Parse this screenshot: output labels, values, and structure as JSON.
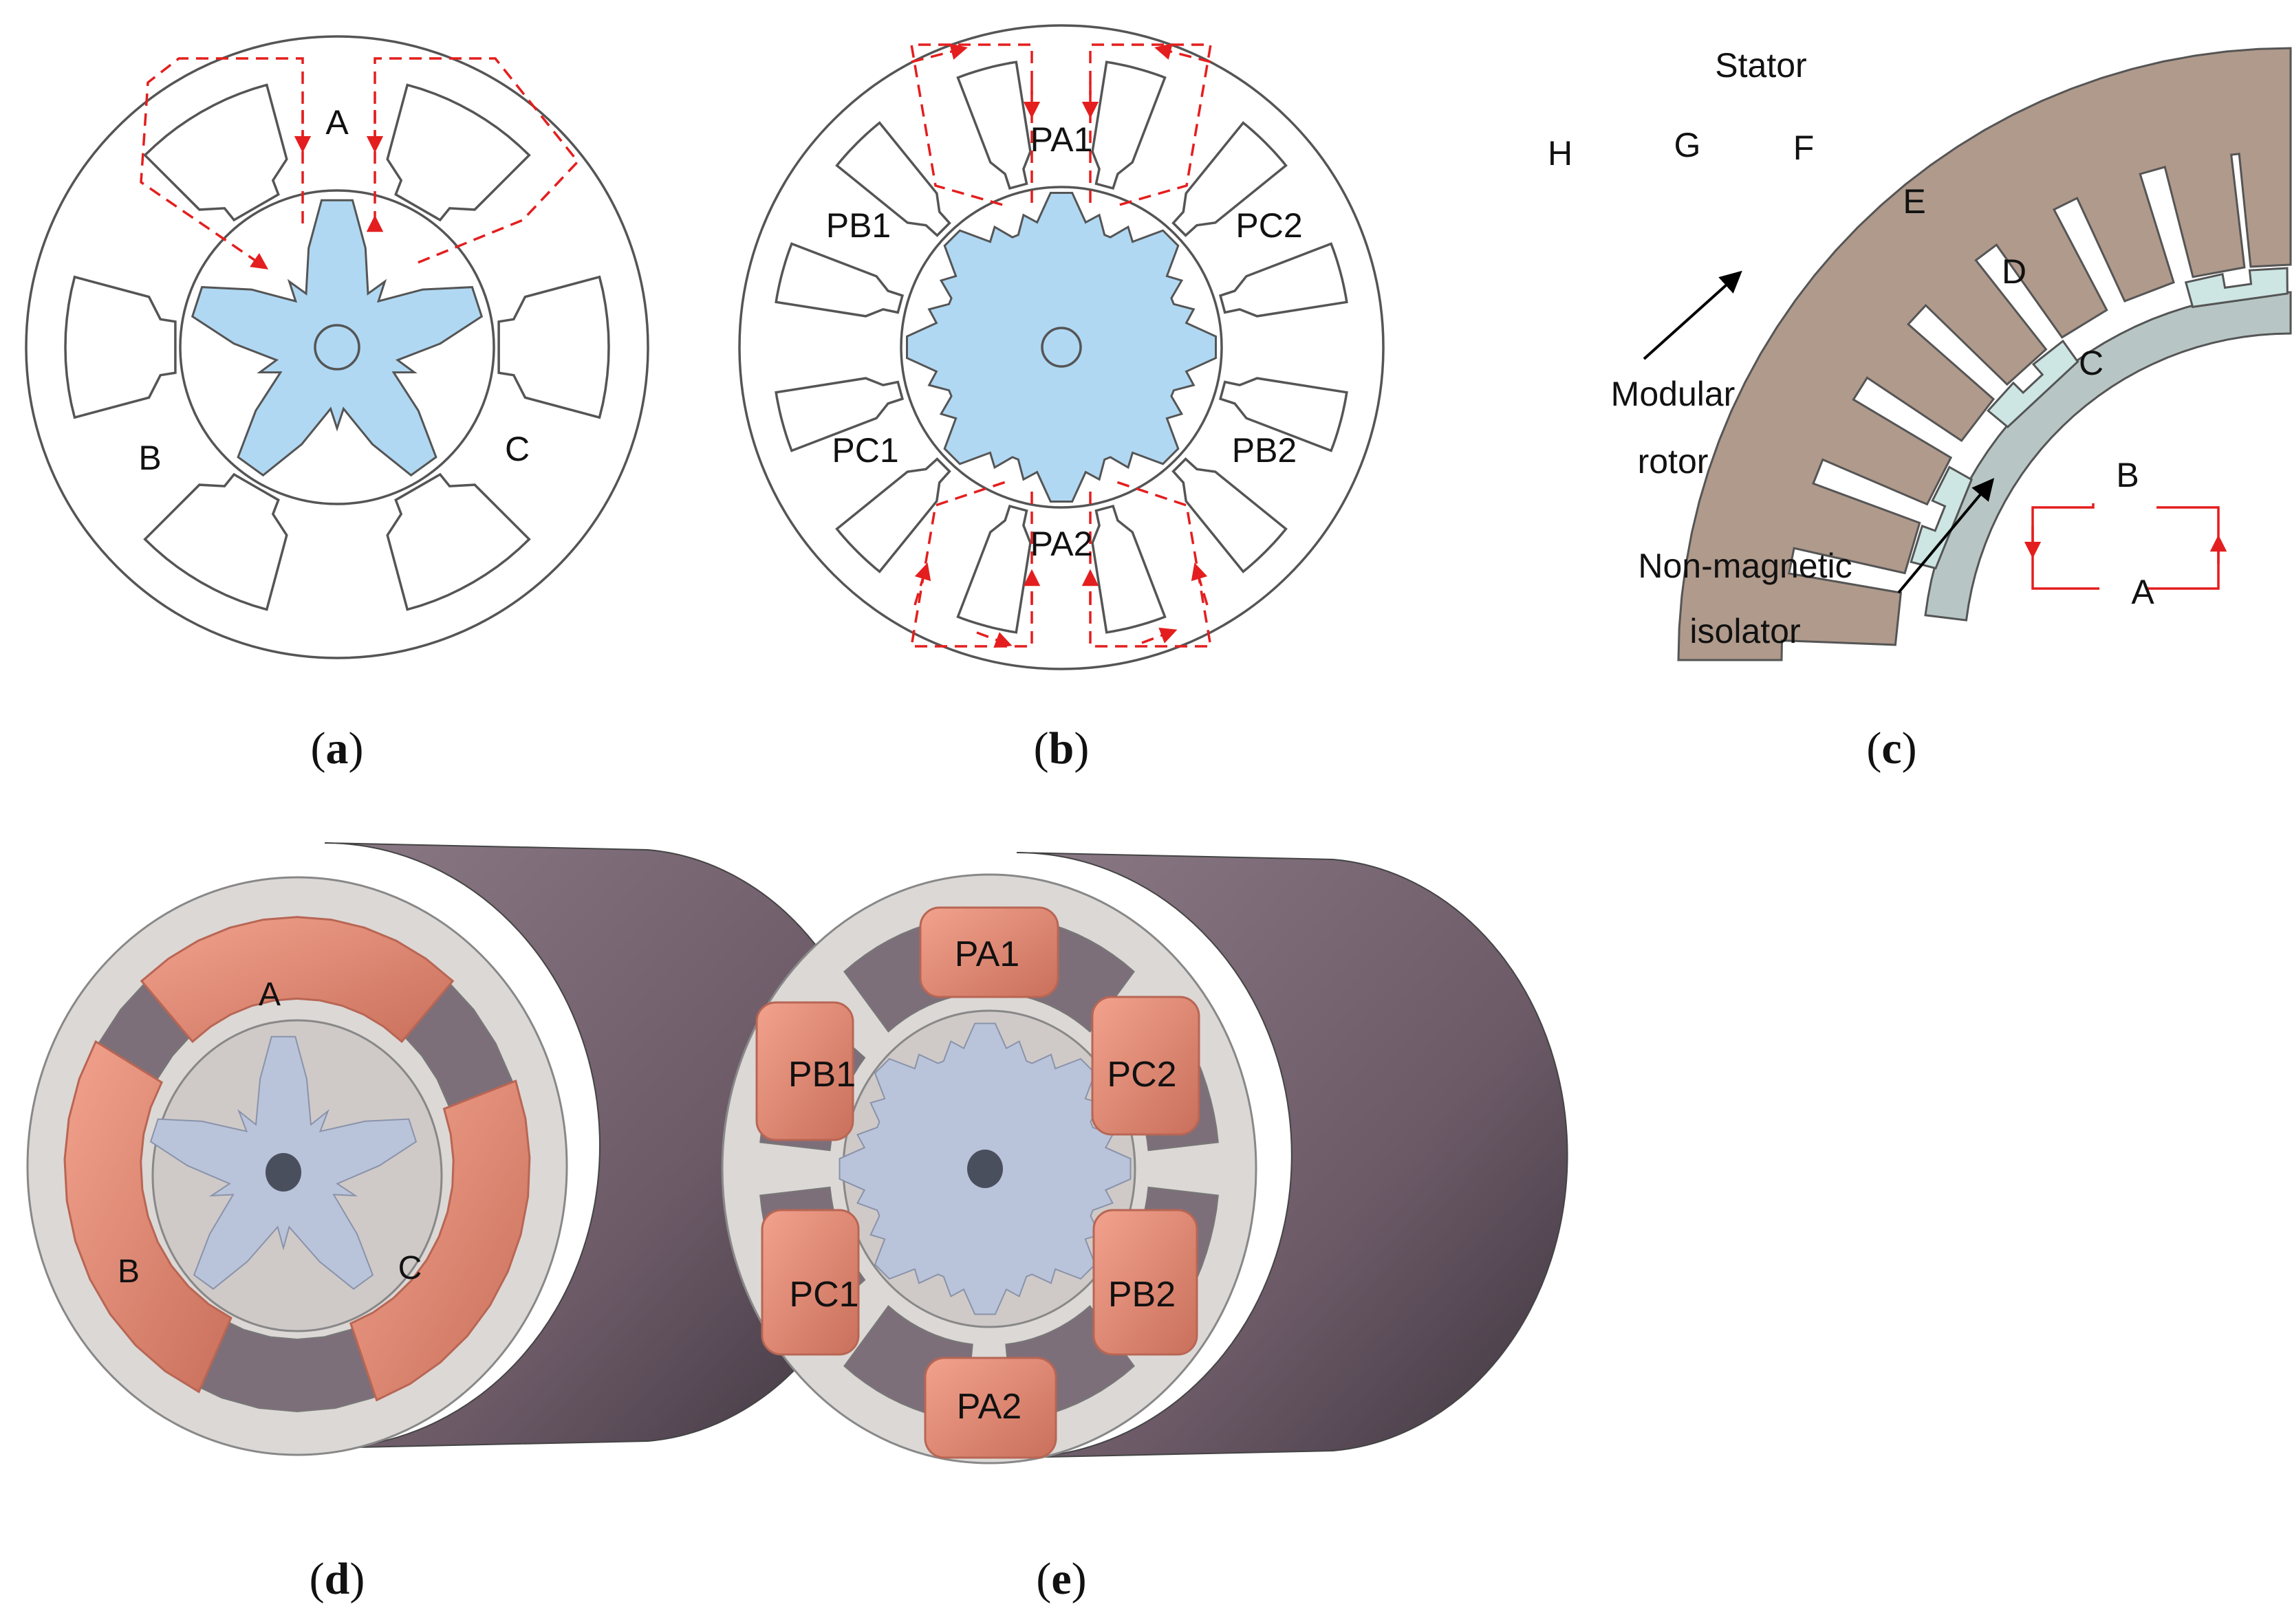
{
  "panels": {
    "a": {
      "caption": "a",
      "phase_labels": [
        "A",
        "B",
        "C"
      ]
    },
    "b": {
      "caption": "b",
      "phase_labels": [
        "PA1",
        "PC2",
        "PB2",
        "PA2",
        "PC1",
        "PB1"
      ]
    },
    "c": {
      "caption": "c",
      "stator_label": "Stator",
      "tooth_labels": [
        "H",
        "G",
        "F",
        "E",
        "D",
        "C",
        "B",
        "A"
      ],
      "rotor_label_line1": "Modular",
      "rotor_label_line2": "rotor",
      "isolator_label_line1": "Non-magnetic",
      "isolator_label_line2": "isolator"
    },
    "d": {
      "caption": "d",
      "coil_labels": [
        "A",
        "B",
        "C"
      ]
    },
    "e": {
      "caption": "e",
      "coil_labels": [
        "PA1",
        "PB1",
        "PC2",
        "PC1",
        "PB2",
        "PA2"
      ]
    }
  },
  "colors": {
    "rotor_fill": "#b0d8f3",
    "flux_path": "#e41e1e",
    "stator_c": "#b09a8c",
    "modular_rotor": "#cde6e3",
    "isolator": "#b7c6c4",
    "stator_3d_face": "#dcd8d6",
    "stator_3d_side": "#6e5c68",
    "coil": "#e98d77",
    "rotor_3d": "#b9c3d9"
  }
}
